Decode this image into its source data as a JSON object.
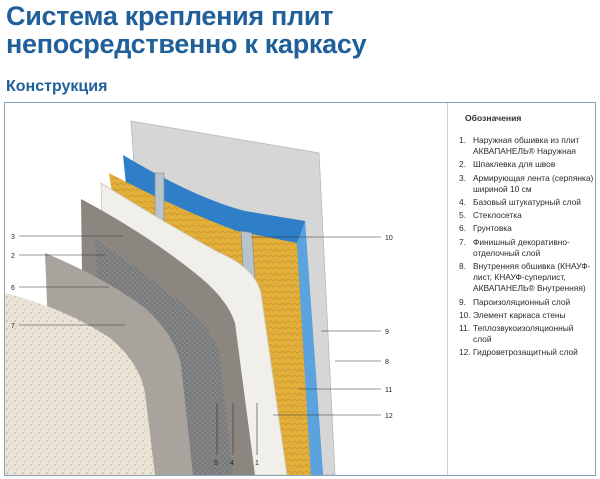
{
  "header": {
    "title_line1": "Система крепления плит",
    "title_line2": "непосредственно к каркасу",
    "subtitle": "Конструкция"
  },
  "legend": {
    "title": "Обозначения",
    "items": [
      {
        "num": "1.",
        "text": "Наружная обшивка из плит АКВАПАНЕЛЬ® Наружная"
      },
      {
        "num": "2.",
        "text": "Шпаклевка для швов"
      },
      {
        "num": "3.",
        "text": "Армирующая лента (серпянка) шириной 10 см"
      },
      {
        "num": "4.",
        "text": "Базовый штукатурный слой"
      },
      {
        "num": "5.",
        "text": "Стеклосетка"
      },
      {
        "num": "6.",
        "text": "Грунтовка"
      },
      {
        "num": "7.",
        "text": "Финишный декоративно-отделочный слой"
      },
      {
        "num": "8.",
        "text": "Внутренняя обшивка (КНАУФ-лист, КНАУФ-суперлист, АКВАПАНЕЛЬ® Внутренняя)"
      },
      {
        "num": "9.",
        "text": "Пароизоляционный слой"
      },
      {
        "num": "10.",
        "text": "Элемент каркаса стены"
      },
      {
        "num": "11.",
        "text": "Теплозвукоизоляционный слой"
      },
      {
        "num": "12.",
        "text": "Гидроветрозащитный слой"
      }
    ]
  },
  "callouts": {
    "c1": "1",
    "c2": "2",
    "c3": "3",
    "c4": "4",
    "c5": "5",
    "c6": "6",
    "c7": "7",
    "c8": "8",
    "c9": "9",
    "c10": "10",
    "c11": "11",
    "c12": "12"
  },
  "colors": {
    "title": "#1f5f9a",
    "board": "#d9d9d9",
    "membrane_blue": "#2f7fc8",
    "insulation": "#e3b23a",
    "plaster": "#8c8680",
    "texture": "#e8e1d2"
  }
}
